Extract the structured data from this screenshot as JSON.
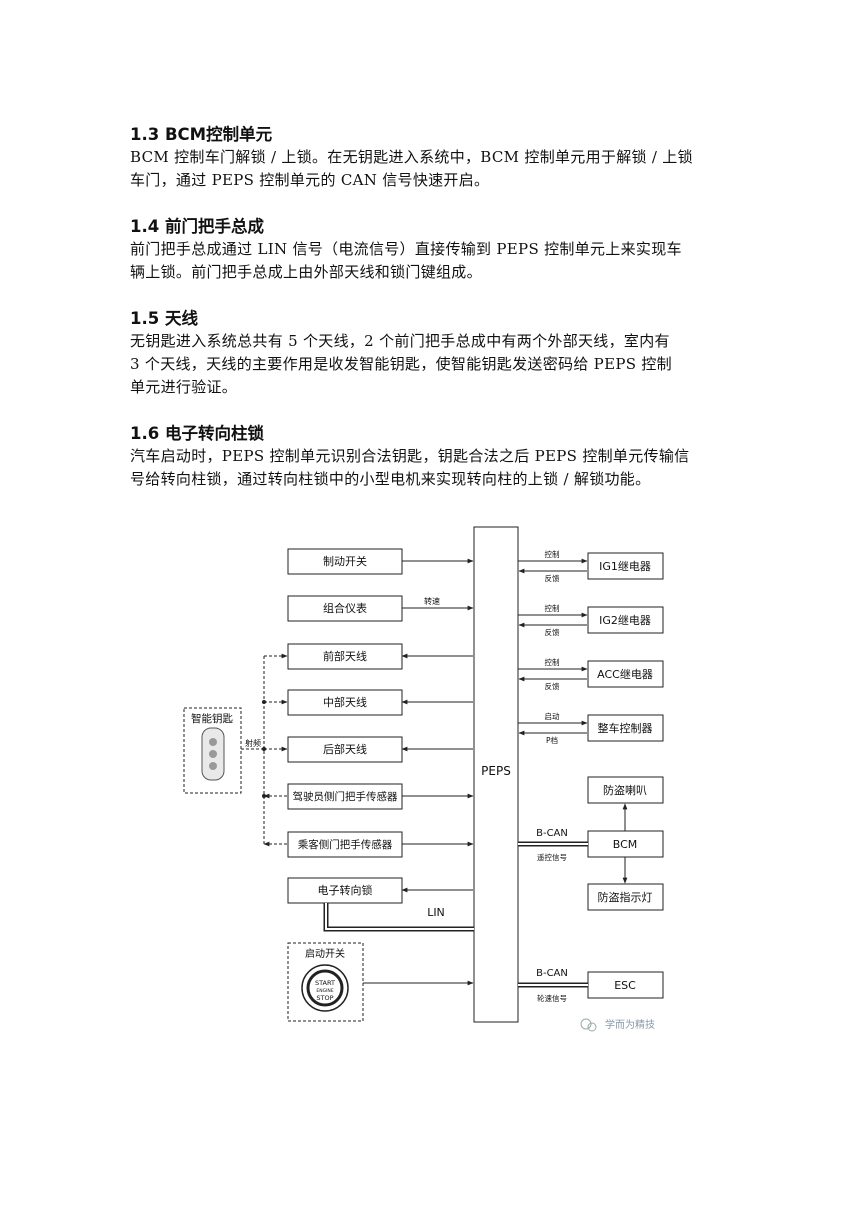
{
  "sections": [
    {
      "heading": "1.3 BCM控制单元",
      "lines": [
        "BCM 控制车门解锁 / 上锁。在无钥匙进入系统中，BCM 控制单元用于解锁 / 上锁",
        "车门，通过 PEPS 控制单元的 CAN 信号快速开启。"
      ]
    },
    {
      "heading": "1.4 前门把手总成",
      "lines": [
        "前门把手总成通过 LIN 信号（电流信号）直接传输到 PEPS 控制单元上来实现车",
        "辆上锁。前门把手总成上由外部天线和锁门键组成。"
      ]
    },
    {
      "heading": "1.5 天线",
      "lines": [
        "无钥匙进入系统总共有 5 个天线，2 个前门把手总成中有两个外部天线，室内有",
        "3 个天线，天线的主要作用是收发智能钥匙，使智能钥匙发送密码给 PEPS 控制",
        "单元进行验证。"
      ]
    },
    {
      "heading": "1.6 电子转向柱锁",
      "lines": [
        "汽车启动时，PEPS 控制单元识别合法钥匙，钥匙合法之后 PEPS 控制单元传输信",
        "号给转向柱锁，通过转向柱锁中的小型电机来实现转向柱的上锁 / 解锁功能。"
      ]
    }
  ],
  "diagram": {
    "center": "PEPS",
    "left_boxes": [
      "制动开关",
      "组合仪表",
      "前部天线",
      "中部天线",
      "后部天线",
      "驾驶员侧门把手传感器",
      "乘客侧门把手传感器",
      "电子转向锁"
    ],
    "speed_label": "转速",
    "smart_key": "智能钥匙",
    "rf_label": "射频",
    "start_switch": "启动开关",
    "start_button": {
      "l1": "START",
      "l2": "ENGINE",
      "l3": "STOP"
    },
    "lin_label": "LIN",
    "right_boxes": [
      {
        "name": "IG1继电器",
        "top": "控制",
        "bottom": "反馈"
      },
      {
        "name": "IG2继电器",
        "top": "控制",
        "bottom": "反馈"
      },
      {
        "name": "ACC继电器",
        "top": "控制",
        "bottom": "反馈"
      },
      {
        "name": "整车控制器",
        "top": "启动",
        "bottom": "P档"
      }
    ],
    "bcm": "BCM",
    "horn": "防盗喇叭",
    "indicator": "防盗指示灯",
    "esc": "ESC",
    "bcan": "B-CAN",
    "remote_signal": "遥控信号",
    "wheel_signal": "轮速信号",
    "watermark": "学而为精技"
  }
}
